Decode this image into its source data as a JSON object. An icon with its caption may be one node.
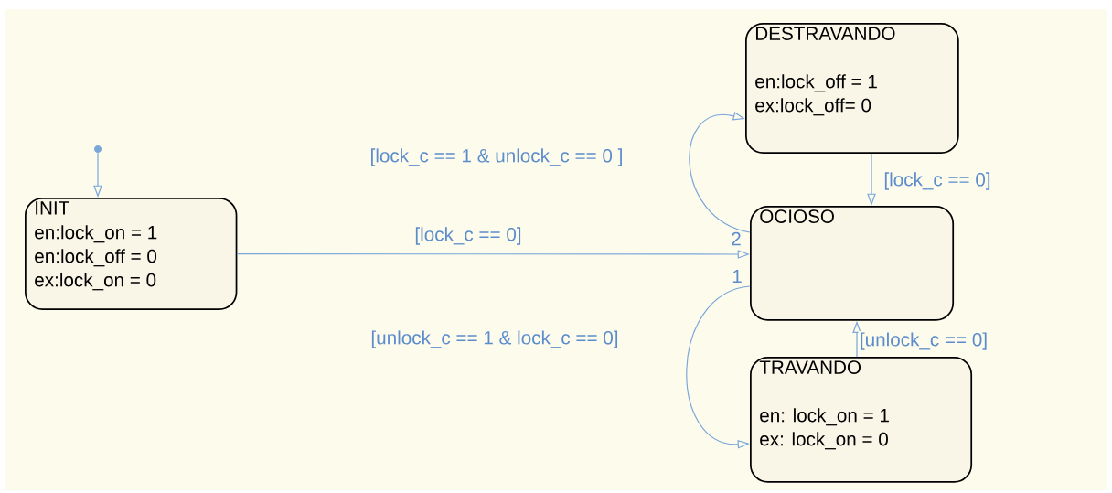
{
  "diagram": {
    "nodes": [
      {
        "text": [],
        "shape": "circle"
      },
      {
        "text": [
          "INIT",
          "en:lock_on = 1",
          "en:lock_off = 0",
          "ex:lock_on = 0"
        ]
      },
      {
        "text": [
          "DESTRAVANDO",
          "en:lock_off = 1",
          "ex:lock_off= 0"
        ]
      },
      {
        "text": [
          "OCIOSO"
        ]
      },
      {
        "text": [
          "TRAVANDO",
          "en: lock_on = 1",
          "ex: lock_on = 0"
        ]
      }
    ],
    "edges": [
      {
        "from": 0,
        "to": 1,
        "arrow": "to"
      },
      {
        "from": 1,
        "to": 3,
        "arrow": "to",
        "label": "[lock_c == 0]"
      },
      {
        "from": 3,
        "to": 2,
        "arrow": "to",
        "label": "[lock_c == 1 & unlock_c == 0 ]"
      },
      {
        "from": 2,
        "to": 3,
        "arrow": "to",
        "label": "[lock_c == 0]"
      },
      {
        "from": 3,
        "to": 4,
        "arrow": "to",
        "label": "[unlock_c == 1 & lock_c == 0]"
      },
      {
        "from": 4,
        "to": 3,
        "arrow": "to",
        "label": "[unlock_c == 0]"
      }
    ],
    "labels": [
      "2",
      "1"
    ]
  }
}
